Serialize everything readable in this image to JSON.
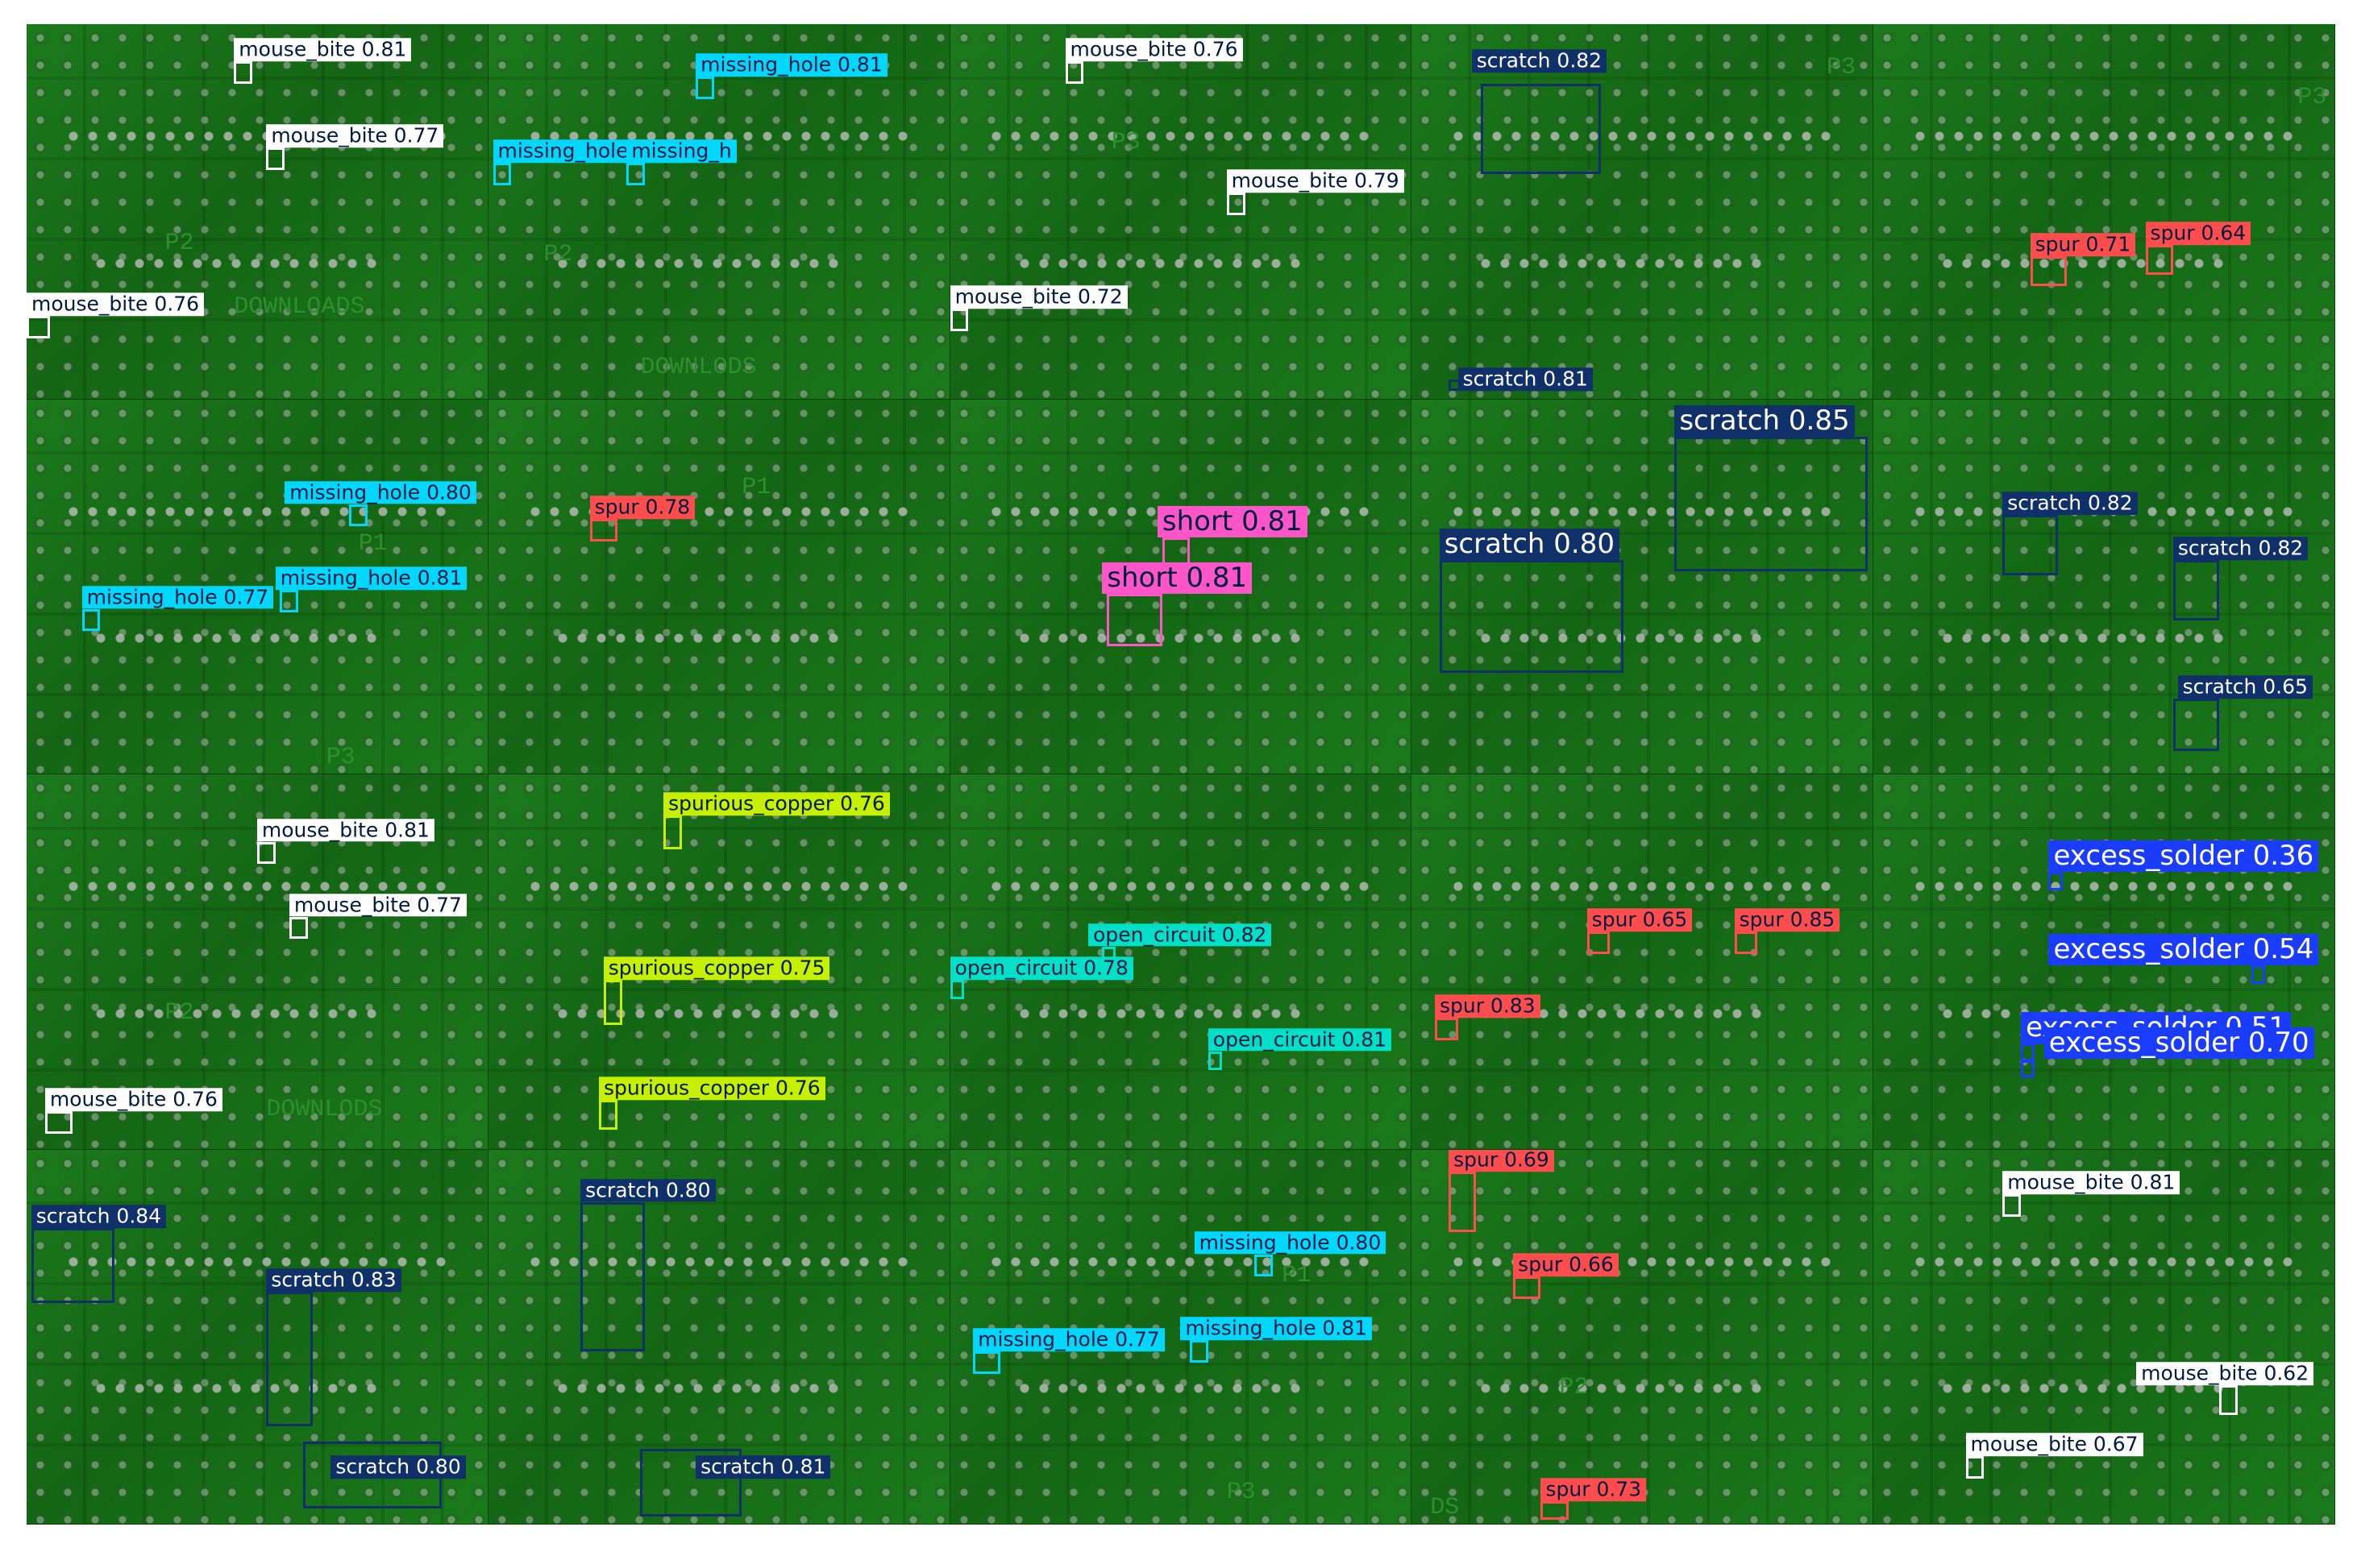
{
  "colors": {
    "mouse_bite": "#ffffff",
    "missing_hole": "#00d7ff",
    "scratch": "#10306a",
    "spur": "#ff4d4d",
    "short": "#ff55c8",
    "spurious_copper": "#c6f000",
    "open_circuit": "#00e0c8",
    "excess_solder": "#1a3cff"
  },
  "tiles": [
    {
      "detections": [
        {
          "label": "mouse_bite 0.81",
          "cls": "mouse_bite",
          "size": "small"
        },
        {
          "label": "mouse_bite 0.77",
          "cls": "mouse_bite",
          "size": "small"
        },
        {
          "label": "mouse_bite 0.76",
          "cls": "mouse_bite",
          "size": "small"
        }
      ],
      "silk": [
        "P2",
        "DOWNLOADS"
      ]
    },
    {
      "detections": [
        {
          "label": "missing_hole 0.81",
          "cls": "missing_hole",
          "size": "small"
        },
        {
          "label": "missing_hole 0.83",
          "cls": "missing_hole",
          "size": "small"
        },
        {
          "label": "missing_h",
          "cls": "missing_hole",
          "size": "small"
        }
      ],
      "silk": [
        "P2",
        "DOWNLODS"
      ]
    },
    {
      "detections": [
        {
          "label": "mouse_bite 0.76",
          "cls": "mouse_bite",
          "size": "small"
        },
        {
          "label": "mouse_bite 0.79",
          "cls": "mouse_bite",
          "size": "small"
        },
        {
          "label": "mouse_bite 0.72",
          "cls": "mouse_bite",
          "size": "small"
        }
      ],
      "silk": [
        "P3"
      ]
    },
    {
      "detections": [
        {
          "label": "scratch 0.82",
          "cls": "scratch",
          "size": "small"
        },
        {
          "label": "scratch 0.81",
          "cls": "scratch",
          "size": "small"
        }
      ],
      "silk": [
        "P3"
      ]
    },
    {
      "detections": [
        {
          "label": "spur 0.71",
          "cls": "spur",
          "size": "small"
        },
        {
          "label": "spur 0.64",
          "cls": "spur",
          "size": "small"
        }
      ],
      "silk": [
        "P3"
      ]
    },
    {
      "detections": [
        {
          "label": "missing_hole 0.80",
          "cls": "missing_hole",
          "size": "small"
        },
        {
          "label": "missing_hole 0.81",
          "cls": "missing_hole",
          "size": "small"
        },
        {
          "label": "missing_hole 0.77",
          "cls": "missing_hole",
          "size": "small"
        }
      ],
      "silk": [
        "P1",
        "P3"
      ]
    },
    {
      "detections": [
        {
          "label": "spur 0.78",
          "cls": "spur",
          "size": "small"
        }
      ],
      "silk": [
        "P1"
      ]
    },
    {
      "detections": [
        {
          "label": "short 0.81",
          "cls": "short",
          "size": "big"
        },
        {
          "label": "short 0.81",
          "cls": "short",
          "size": "big"
        }
      ],
      "silk": []
    },
    {
      "detections": [
        {
          "label": "scratch 0.85",
          "cls": "scratch",
          "size": "big"
        },
        {
          "label": "scratch 0.80",
          "cls": "scratch",
          "size": "big"
        }
      ],
      "silk": []
    },
    {
      "detections": [
        {
          "label": "scratch 0.82",
          "cls": "scratch",
          "size": "small"
        },
        {
          "label": "scratch 0.82",
          "cls": "scratch",
          "size": "small"
        },
        {
          "label": "scratch 0.65",
          "cls": "scratch",
          "size": "small"
        }
      ],
      "silk": []
    },
    {
      "detections": [
        {
          "label": "mouse_bite 0.81",
          "cls": "mouse_bite",
          "size": "small"
        },
        {
          "label": "mouse_bite 0.77",
          "cls": "mouse_bite",
          "size": "small"
        },
        {
          "label": "mouse_bite 0.76",
          "cls": "mouse_bite",
          "size": "small"
        }
      ],
      "silk": [
        "P2",
        "DOWNLODS"
      ]
    },
    {
      "detections": [
        {
          "label": "spurious_copper 0.76",
          "cls": "spurious_copper",
          "size": "small"
        },
        {
          "label": "spurious_copper 0.75",
          "cls": "spurious_copper",
          "size": "small"
        },
        {
          "label": "spurious_copper 0.76",
          "cls": "spurious_copper",
          "size": "small"
        }
      ],
      "silk": []
    },
    {
      "detections": [
        {
          "label": "open_circuit 0.82",
          "cls": "open_circuit",
          "size": "small"
        },
        {
          "label": "open_circuit 0.78",
          "cls": "open_circuit",
          "size": "small"
        },
        {
          "label": "open_circuit 0.81",
          "cls": "open_circuit",
          "size": "small"
        }
      ],
      "silk": []
    },
    {
      "detections": [
        {
          "label": "spur 0.65",
          "cls": "spur",
          "size": "small"
        },
        {
          "label": "spur 0.85",
          "cls": "spur",
          "size": "small"
        },
        {
          "label": "spur 0.83",
          "cls": "spur",
          "size": "small"
        }
      ],
      "silk": []
    },
    {
      "detections": [
        {
          "label": "excess_solder 0.36",
          "cls": "excess_solder",
          "size": "big"
        },
        {
          "label": "excess_solder 0.54",
          "cls": "excess_solder",
          "size": "big"
        },
        {
          "label": "excess_solder 0.51",
          "cls": "excess_solder",
          "size": "big"
        },
        {
          "label": "excess_solder 0.70",
          "cls": "excess_solder",
          "size": "big"
        }
      ],
      "silk": []
    },
    {
      "detections": [
        {
          "label": "scratch 0.84",
          "cls": "scratch",
          "size": "small"
        },
        {
          "label": "scratch 0.83",
          "cls": "scratch",
          "size": "small"
        },
        {
          "label": "scratch 0.80",
          "cls": "scratch",
          "size": "small"
        }
      ],
      "silk": []
    },
    {
      "detections": [
        {
          "label": "scratch 0.80",
          "cls": "scratch",
          "size": "small"
        },
        {
          "label": "scratch 0.81",
          "cls": "scratch",
          "size": "small"
        }
      ],
      "silk": []
    },
    {
      "detections": [
        {
          "label": "missing_hole 0.80",
          "cls": "missing_hole",
          "size": "small"
        },
        {
          "label": "missing_hole 0.77",
          "cls": "missing_hole",
          "size": "small"
        },
        {
          "label": "missing_hole 0.81",
          "cls": "missing_hole",
          "size": "small"
        }
      ],
      "silk": [
        "P1",
        "P3"
      ]
    },
    {
      "detections": [
        {
          "label": "spur 0.69",
          "cls": "spur",
          "size": "small"
        },
        {
          "label": "spur 0.66",
          "cls": "spur",
          "size": "small"
        },
        {
          "label": "spur 0.73",
          "cls": "spur",
          "size": "small"
        }
      ],
      "silk": [
        "P2",
        "DS"
      ]
    },
    {
      "detections": [
        {
          "label": "mouse_bite 0.81",
          "cls": "mouse_bite",
          "size": "small"
        },
        {
          "label": "mouse_bite 0.62",
          "cls": "mouse_bite",
          "size": "small"
        },
        {
          "label": "mouse_bite 0.67",
          "cls": "mouse_bite",
          "size": "small"
        }
      ],
      "silk": []
    }
  ]
}
